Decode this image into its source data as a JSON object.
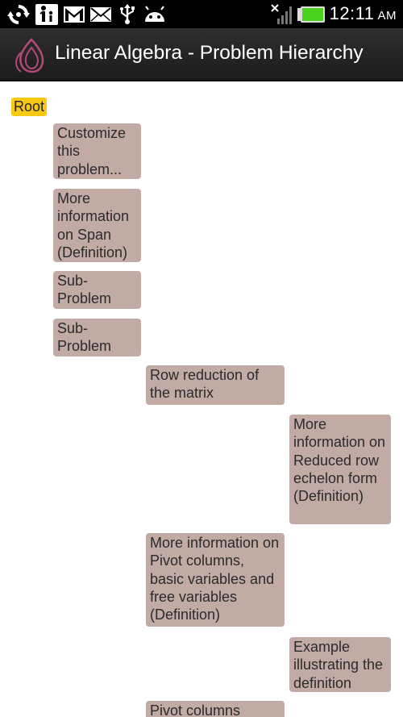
{
  "status_bar": {
    "icons": [
      "sync-icon",
      "accessibility-person-icon",
      "gmail-icon",
      "email-icon",
      "usb-icon",
      "android-debug-icon",
      "signal-strength-icon",
      "battery-icon"
    ],
    "time": "12:11",
    "ampm": "AM",
    "battery_color": "#4bd11f"
  },
  "action_bar": {
    "title": "Linear Algebra - Problem Hierarchy",
    "logo_color": "#b24a78"
  },
  "hierarchy": {
    "root_label": "Root",
    "root_color": "#f9c812",
    "node_color": "#c2aaa5",
    "nodes": [
      {
        "label": "Customize this problem...",
        "level": 1
      },
      {
        "label": "More information on Span (Definition)",
        "level": 1
      },
      {
        "label": "Sub-Problem",
        "level": 1
      },
      {
        "label": "Sub-Problem",
        "level": 1
      },
      {
        "label": "Row reduction of the matrix",
        "level": 2
      },
      {
        "label": "More information on Reduced row echelon form (Definition)",
        "level": 3
      },
      {
        "label": "More information on Pivot columns, basic variables and free variables (Definition)",
        "level": 2
      },
      {
        "label": "Example illustrating the definition",
        "level": 3
      },
      {
        "label": "Pivot columns",
        "level": 2
      }
    ]
  }
}
